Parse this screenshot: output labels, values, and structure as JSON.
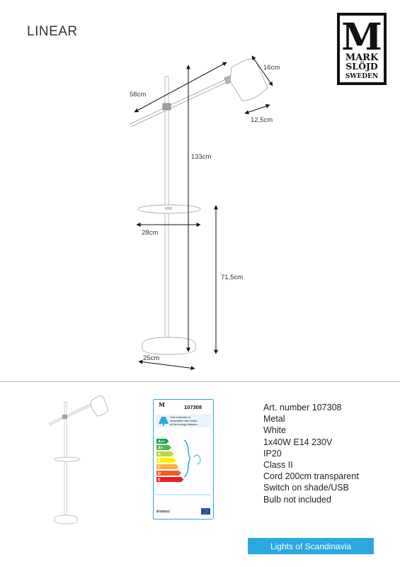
{
  "header": {
    "title": "LINEAR"
  },
  "logo": {
    "line1": "M",
    "line2": "MARK",
    "line3": "SLÖJD",
    "line4": "SWEDEN"
  },
  "dimensions": {
    "arm_length": "58cm",
    "shade_height": "16cm",
    "shade_diameter": "12,5cm",
    "total_height": "133cm",
    "table_diameter": "28cm",
    "table_height": "71,5cm",
    "base_diameter": "25cm"
  },
  "energy_label": {
    "art_number": "107308",
    "text1": "This luminaire is",
    "text2": "compatible with bulbs",
    "text3": "of the energy classes:",
    "classes": [
      "A++",
      "A+",
      "A",
      "B",
      "C",
      "D",
      "E"
    ],
    "class_colors": [
      "#00a651",
      "#4cb848",
      "#bfd730",
      "#fff200",
      "#fbb040",
      "#f15a29",
      "#ed1c24"
    ],
    "regulation": "874/2012"
  },
  "specs": [
    "Art. number 107308",
    "Metal",
    "White",
    "1x40W E14 230V",
    "IP20",
    "Class II",
    "Cord 200cm transparent",
    "Switch on shade/USB",
    "Bulb not included"
  ],
  "footer": {
    "tagline": "Lights of Scandinavia"
  },
  "colors": {
    "accent": "#2aa8e0"
  }
}
